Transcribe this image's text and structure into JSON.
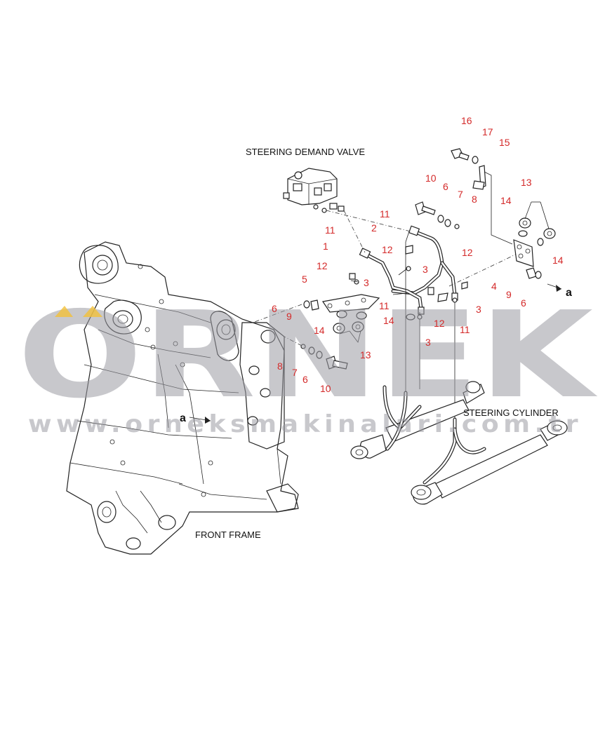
{
  "labels": {
    "steering_demand_valve": "STEERING DEMAND VALVE",
    "steering_cylinder": "STEERING CYLINDER",
    "front_frame": "FRONT FRAME"
  },
  "view_marker": "a",
  "watermark": {
    "brand": "ORNEK",
    "url": "www.orneksmakinalari.com.tr"
  },
  "callouts": {
    "c16": "16",
    "c17": "17",
    "c15": "15",
    "c10a": "10",
    "c6a": "6",
    "c7a": "7",
    "c8a": "8",
    "c13a": "13",
    "c14a": "14",
    "c14b": "14",
    "c11a": "11",
    "c11b": "11",
    "c2": "2",
    "c1": "1",
    "c12a": "12",
    "c12b": "12",
    "c12c": "12",
    "c3a": "3",
    "c3b": "3",
    "c3c": "3",
    "c3d": "3",
    "c4": "4",
    "c9a": "9",
    "c6b": "6",
    "c5": "5",
    "c6c": "6",
    "c9b": "9",
    "c11c": "11",
    "c11d": "11",
    "c12d": "12",
    "c14c": "14",
    "c14d": "14",
    "c13b": "13",
    "c8b": "8",
    "c7b": "7",
    "c6d": "6",
    "c10b": "10"
  },
  "colors": {
    "callout": "#d42a2a",
    "line": "#222222",
    "watermark": "#9c9ca4",
    "watermark_accent": "#f2c13a"
  }
}
